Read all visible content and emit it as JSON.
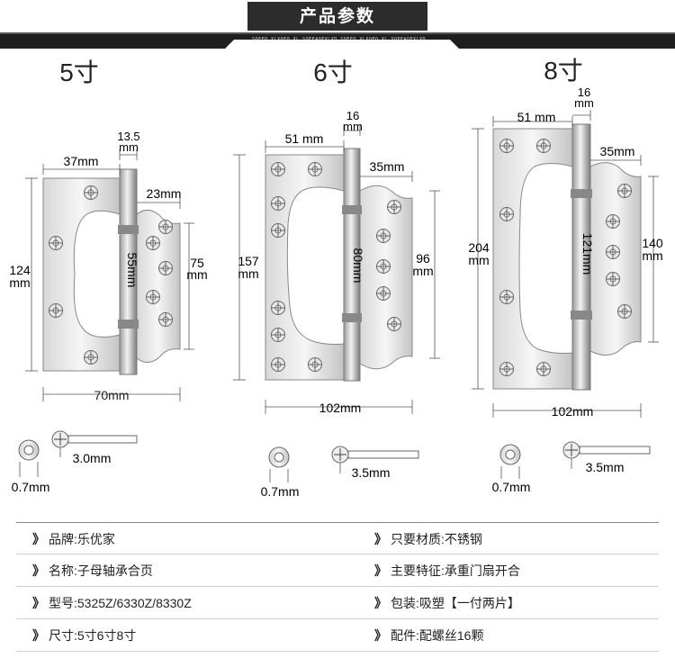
{
  "header": {
    "title": "产品参数",
    "subtitle": "SOFFQ.XLXQFQ.XL_SOFEAOFXLXD   SOFFQ.XLXQFQ.XL_SOFEAOFXLXD"
  },
  "hinges": [
    {
      "size_label": "5寸",
      "dims": {
        "top_width": "37mm",
        "knuckle": "13.5\nmm",
        "leaf_width": "23mm",
        "inner_height": "55mm",
        "leaf_height": "75\nmm",
        "total_height": "124\nmm",
        "total_width": "70mm",
        "thickness": "0.7mm",
        "screw": "3.0mm"
      }
    },
    {
      "size_label": "6寸",
      "dims": {
        "top_width": "51 mm",
        "knuckle": "16\nmm",
        "leaf_width": "35mm",
        "inner_height": "80mm",
        "leaf_height": "96\nmm",
        "total_height": "157\nmm",
        "total_width": "102mm",
        "thickness": "0.7mm",
        "screw": "3.5mm"
      }
    },
    {
      "size_label": "8寸",
      "dims": {
        "top_width": "51 mm",
        "knuckle": "16\nmm",
        "leaf_width": "35mm",
        "inner_height": "121mm",
        "leaf_height": "140\nmm",
        "total_height": "204\nmm",
        "total_width": "102mm",
        "thickness": "0.7mm",
        "screw": "3.5mm"
      }
    }
  ],
  "specs": [
    {
      "left": {
        "key": "品牌:",
        "value": "乐优家"
      },
      "right": {
        "key": "只要材质:",
        "value": "不锈钢"
      }
    },
    {
      "left": {
        "key": "名称:",
        "value": "子母轴承合页"
      },
      "right": {
        "key": "主要特征:",
        "value": "承重门扇开合"
      }
    },
    {
      "left": {
        "key": "型号:",
        "value": "5325Z/6330Z/8330Z"
      },
      "right": {
        "key": "包装:",
        "value": "吸塑【一付两片】"
      }
    },
    {
      "left": {
        "key": "尺寸:",
        "value": "5寸6寸8寸"
      },
      "right": {
        "key": "配件:",
        "value": "配螺丝16颗"
      }
    }
  ],
  "arrow_glyph": "》"
}
